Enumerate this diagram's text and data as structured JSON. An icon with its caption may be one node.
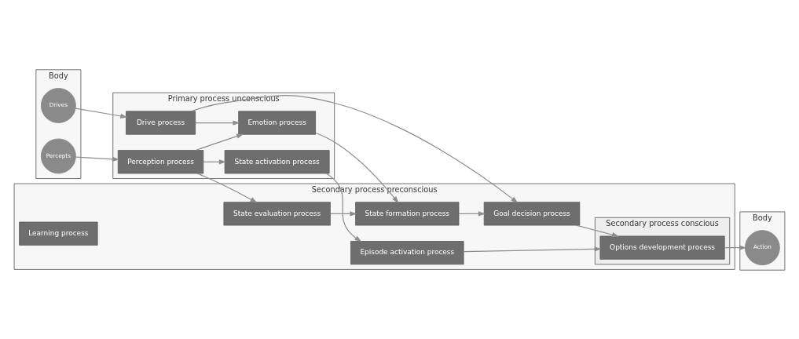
{
  "diagram": {
    "nodes": [
      {
        "text": [
          "Body"
        ]
      },
      {
        "text": [
          "Drives"
        ],
        "in": 0
      },
      {
        "text": [
          "Percepts"
        ],
        "in": 0
      },
      {
        "text": [
          "Primary process unconscious"
        ]
      },
      {
        "text": [
          "Drive process"
        ],
        "in": 3
      },
      {
        "text": [
          "Perception process"
        ],
        "in": 3
      },
      {
        "text": [
          "Emotion process"
        ],
        "in": 3
      },
      {
        "text": [
          "State activation process"
        ],
        "in": 3
      },
      {
        "text": [
          "Secondary process preconscious"
        ]
      },
      {
        "text": [
          "Goal decision process"
        ],
        "in": 8
      },
      {
        "text": [
          "State evaluation process"
        ],
        "in": 8
      },
      {
        "text": [
          "State formation process"
        ],
        "in": 8
      },
      {
        "text": [
          "Episode activation process"
        ],
        "in": 8
      },
      {
        "text": [
          "Secondary process conscious"
        ],
        "in": 8
      },
      {
        "text": [
          "Options development process"
        ],
        "in": 13
      },
      {
        "text": [
          "Learning process"
        ],
        "in": 8
      },
      {
        "text": [
          "Body"
        ]
      },
      {
        "text": [
          "Action"
        ],
        "in": 16
      }
    ],
    "edges": [
      {
        "from": 1,
        "to": 4,
        "arrow": "to"
      },
      {
        "from": 2,
        "to": 5,
        "arrow": "to"
      },
      {
        "from": 4,
        "to": 9,
        "arrow": "to"
      },
      {
        "from": 4,
        "to": 6,
        "arrow": "to"
      },
      {
        "from": 5,
        "to": 10,
        "arrow": "to"
      },
      {
        "from": 5,
        "to": 6,
        "arrow": "to"
      },
      {
        "from": 5,
        "to": 7,
        "arrow": "to"
      },
      {
        "from": 10,
        "to": 11,
        "arrow": "to"
      },
      {
        "from": 6,
        "to": 11,
        "arrow": "to"
      },
      {
        "from": 11,
        "to": 9,
        "arrow": "to"
      },
      {
        "from": 9,
        "to": 14,
        "arrow": "to"
      },
      {
        "from": 7,
        "to": 12,
        "arrow": "to"
      },
      {
        "from": 12,
        "to": 14,
        "arrow": "to"
      },
      {
        "from": 14,
        "to": 17,
        "arrow": "to"
      }
    ]
  }
}
